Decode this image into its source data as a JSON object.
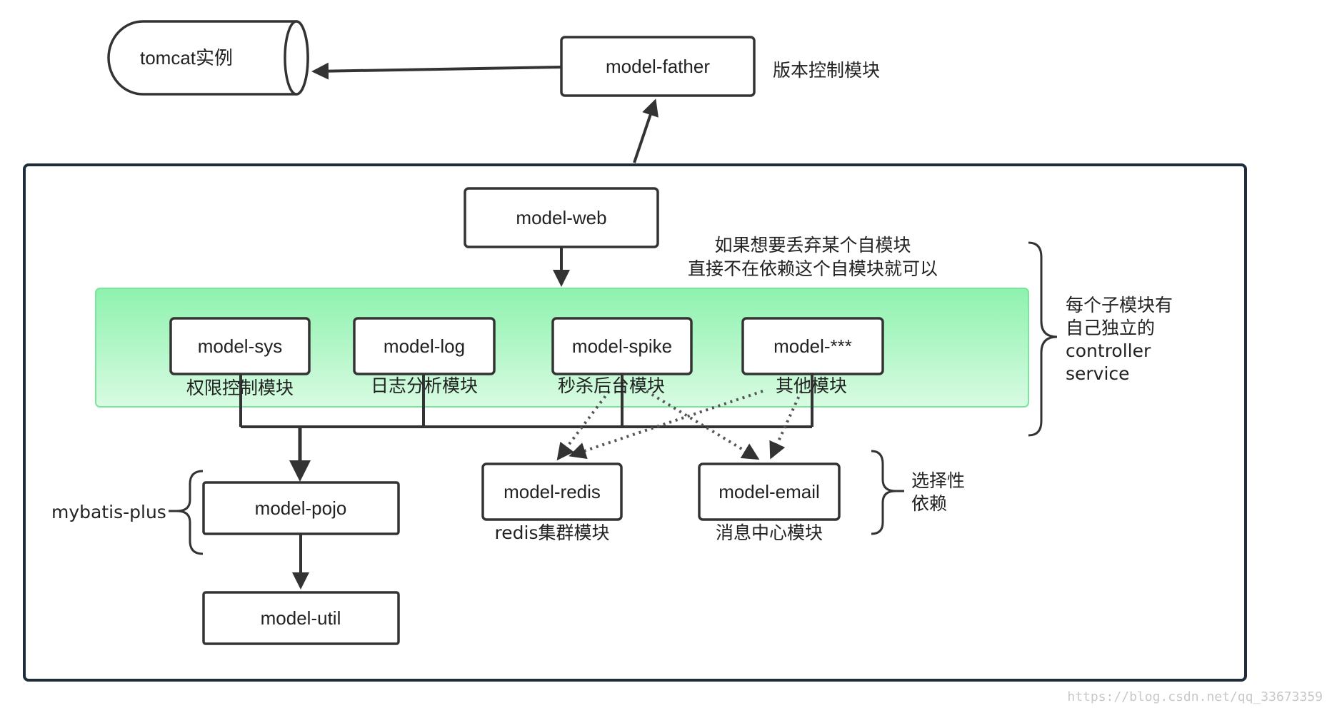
{
  "nodes": {
    "tomcat": "tomcat实例",
    "father": "model-father",
    "web": "model-web",
    "sys": "model-sys",
    "log": "model-log",
    "spike": "model-spike",
    "other": "model-***",
    "pojo": "model-pojo",
    "util": "model-util",
    "redis": "model-redis",
    "email": "model-email"
  },
  "labels": {
    "father_desc": "版本控制模块",
    "drop_hint_line1": "如果想要丢弃某个自模块",
    "drop_hint_line2": "直接不在依赖这个自模块就可以",
    "sys_desc": "权限控制模块",
    "log_desc": "日志分析模块",
    "spike_desc": "秒杀后台模块",
    "other_desc": "其他模块",
    "submodule_note_line1": "每个子模块有",
    "submodule_note_line2": "自己独立的",
    "submodule_note_line3": "controller",
    "submodule_note_line4": "service",
    "mybatis": "mybatis-plus",
    "optional_line1": "选择性",
    "optional_line2": "依赖",
    "redis_desc": "redis集群模块",
    "email_desc": "消息中心模块"
  },
  "watermark": "https://blog.csdn.net/qq_33673359",
  "colors": {
    "module_band_top": "#8ef2ae",
    "module_band_bottom": "#d8fbe2",
    "stroke": "#333333",
    "container_border": "#1f2d3a"
  }
}
